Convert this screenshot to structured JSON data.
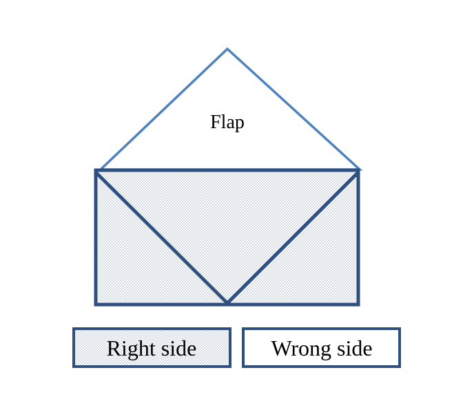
{
  "diagram": {
    "flap_label": "Flap",
    "legend": {
      "right_side_label": "Right side",
      "wrong_side_label": "Wrong side"
    }
  },
  "colors": {
    "outline_flap": "#4f81bd",
    "outline_body": "#2f4f7f",
    "dot_pattern": "#9aa8bc",
    "background": "#ffffff"
  }
}
